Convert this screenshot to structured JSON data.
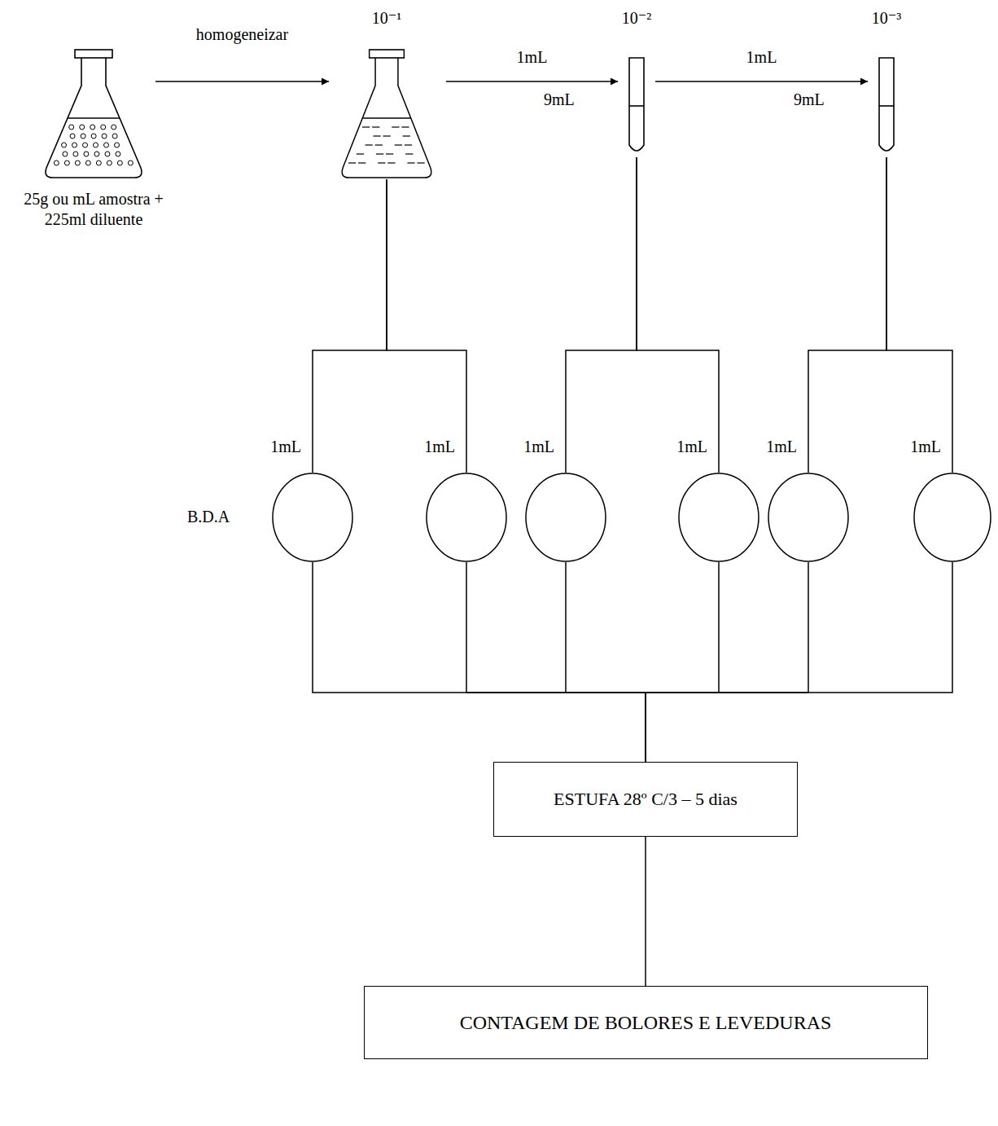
{
  "diagram": {
    "nodes": [
      {
        "text": [
          "25g ou mL amostra + 225ml diluente"
        ]
      },
      {
        "text": [
          "10⁻¹"
        ]
      },
      {
        "text": [
          "10⁻²"
        ]
      },
      {
        "text": [
          "10⁻³"
        ]
      },
      {
        "text": []
      },
      {
        "text": []
      },
      {
        "text": []
      },
      {
        "text": []
      },
      {
        "text": []
      },
      {
        "text": []
      },
      {
        "text": [
          "ESTUFA 28º C/3 – 5 dias"
        ]
      },
      {
        "text": [
          "CONTAGEM DE BOLORES E LEVEDURAS"
        ]
      }
    ],
    "edges": [
      {
        "from": 0,
        "to": 1,
        "arrow": "to",
        "label": "homogeneizar"
      },
      {
        "from": 1,
        "to": 2,
        "arrow": "to",
        "label": "1mL"
      },
      {
        "from": 2,
        "to": 3,
        "arrow": "to",
        "label": "1mL"
      },
      {
        "from": 1,
        "to": 4,
        "arrow": "none",
        "label": "1mL"
      },
      {
        "from": 1,
        "to": 5,
        "arrow": "none",
        "label": "1mL"
      },
      {
        "from": 2,
        "to": 6,
        "arrow": "none",
        "label": "1mL"
      },
      {
        "from": 2,
        "to": 7,
        "arrow": "none",
        "label": "1mL"
      },
      {
        "from": 3,
        "to": 8,
        "arrow": "none",
        "label": "1mL"
      },
      {
        "from": 3,
        "to": 9,
        "arrow": "none",
        "label": "1mL"
      },
      {
        "from": 4,
        "to": 10,
        "arrow": "none"
      },
      {
        "from": 5,
        "to": 10,
        "arrow": "none"
      },
      {
        "from": 6,
        "to": 10,
        "arrow": "none"
      },
      {
        "from": 7,
        "to": 10,
        "arrow": "none"
      },
      {
        "from": 8,
        "to": 10,
        "arrow": "none"
      },
      {
        "from": 9,
        "to": 10,
        "arrow": "none"
      },
      {
        "from": 10,
        "to": 11,
        "arrow": "none"
      }
    ],
    "labels": [
      "9mL",
      "9mL",
      "B.D.A"
    ]
  }
}
